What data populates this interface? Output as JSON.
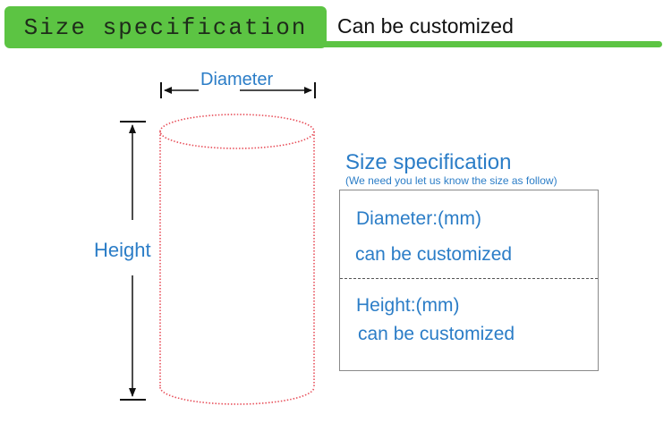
{
  "header": {
    "title": "Size specification",
    "subtitle": "Can be customized"
  },
  "diagram": {
    "diameter_label": "Diameter",
    "height_label": "Height"
  },
  "spec": {
    "title": "Size specification",
    "note": "(We need you let us know the size as follow)",
    "diameter_label": "Diameter:(mm)",
    "diameter_value": "can be customized",
    "height_label": "Height:(mm)",
    "height_value": "can be customized"
  },
  "colors": {
    "accent_green": "#5cc443",
    "label_blue": "#2b7dc7",
    "outline_red": "#e8505b"
  }
}
